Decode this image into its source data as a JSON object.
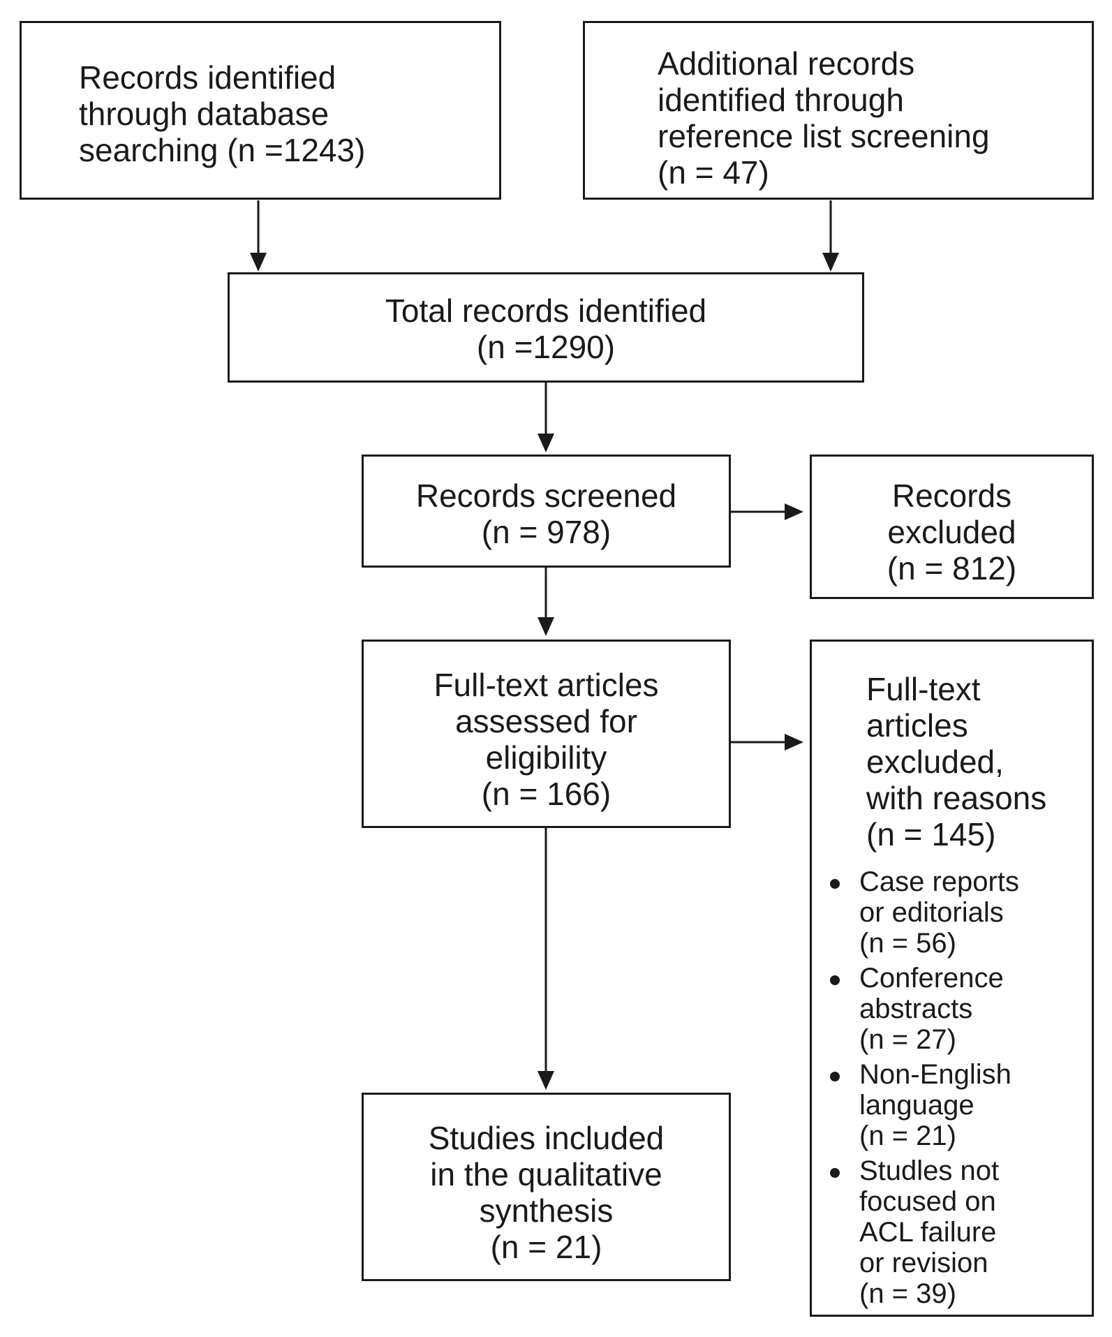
{
  "boxes": {
    "db_search": {
      "lines": [
        "Records identified",
        "through database",
        "searching (n =1243)"
      ]
    },
    "additional": {
      "lines": [
        "Additional records",
        "identified through",
        "reference list screening",
        "(n = 47)"
      ]
    },
    "total": {
      "lines": [
        "Total records identified",
        "(n =1290)"
      ]
    },
    "screened": {
      "lines": [
        "Records screened",
        "(n = 978)"
      ]
    },
    "excluded": {
      "lines": [
        "Records",
        "excluded",
        "(n = 812)"
      ]
    },
    "fulltext": {
      "lines": [
        "Full-text articles",
        "assessed for",
        "eligibility",
        "(n = 166)"
      ]
    },
    "fulltext_excluded": {
      "lines": [
        "Full-text",
        "articles",
        "excluded,",
        "with reasons",
        "(n = 145)"
      ],
      "reasons": [
        {
          "lines": [
            "Case reports",
            "or editorials",
            "(n = 56)"
          ]
        },
        {
          "lines": [
            "Conference",
            "abstracts",
            "(n = 27)"
          ]
        },
        {
          "lines": [
            "Non-English",
            "language",
            "(n = 21)"
          ]
        },
        {
          "lines": [
            "Studles not",
            "focused on",
            "ACL failure",
            "or revision",
            "(n = 39)"
          ]
        }
      ]
    },
    "included": {
      "lines": [
        "Studies included",
        "in the qualitative",
        "synthesis",
        "(n = 21)"
      ]
    }
  },
  "colors": {
    "stroke": "#1a1a1a",
    "background": "#ffffff"
  }
}
